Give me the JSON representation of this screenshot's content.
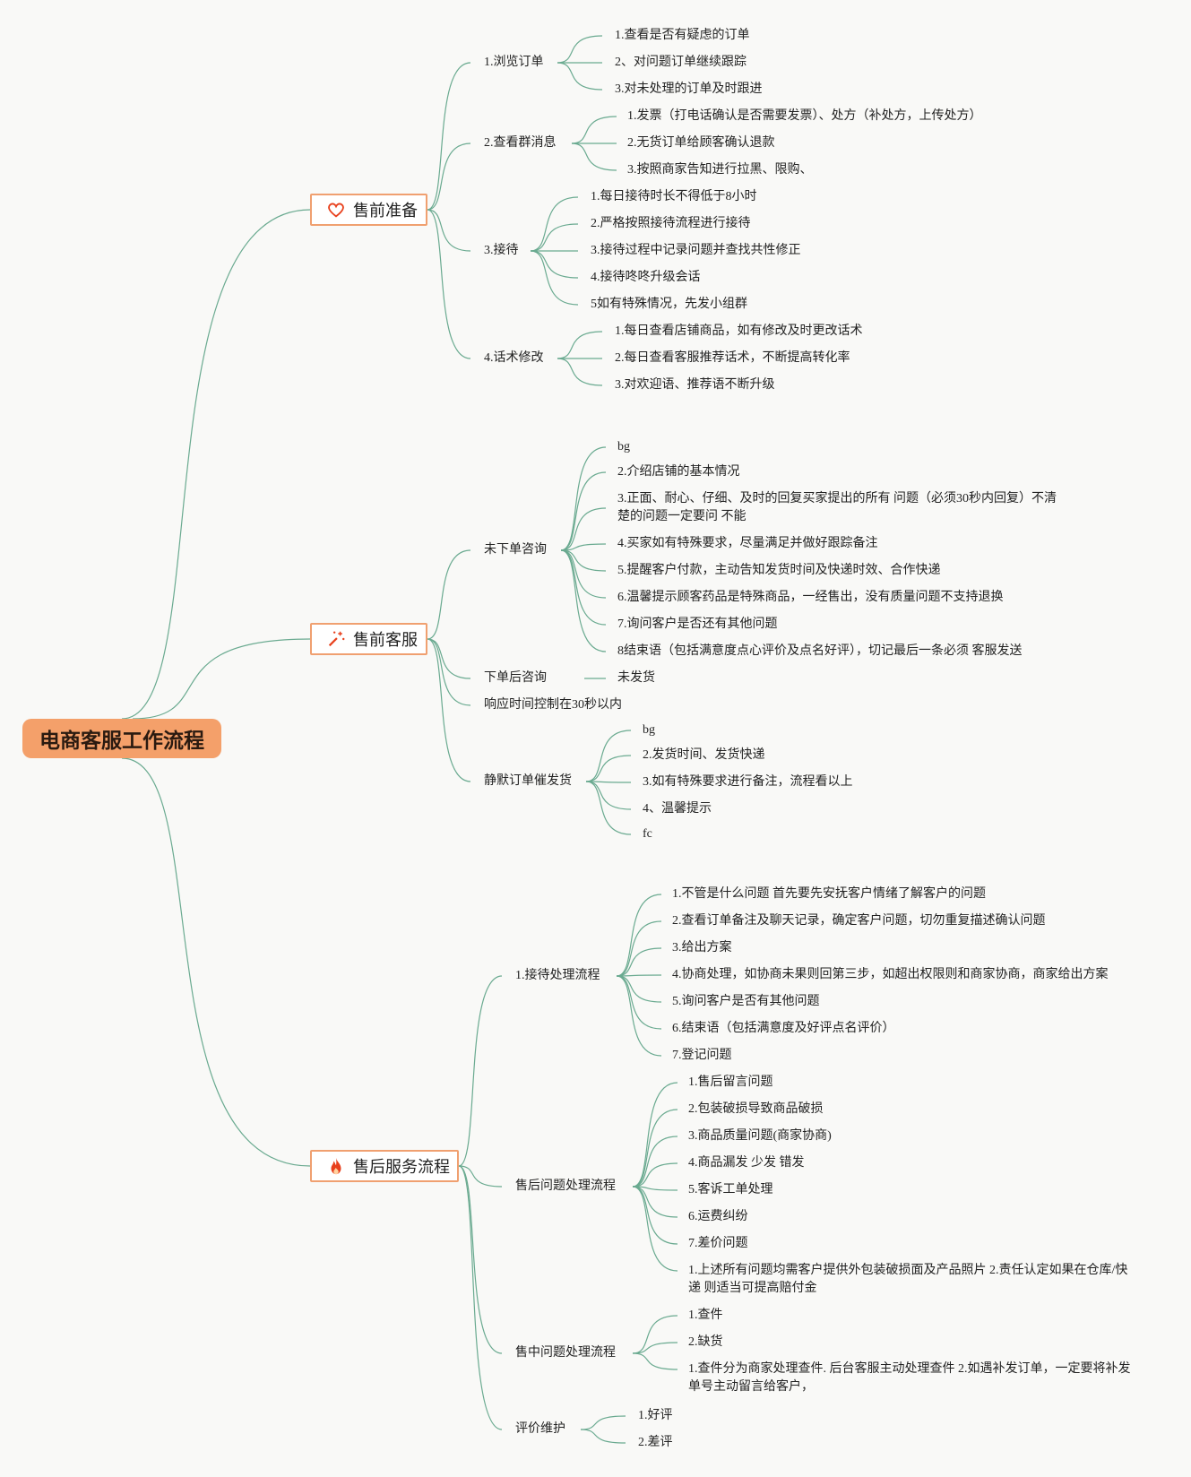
{
  "root": "电商客服工作流程",
  "branches": {
    "pre_prep": {
      "label": "售前准备",
      "icon": "heart-icon",
      "browse": {
        "label": "1.浏览订单",
        "items": [
          "1.查看是否有疑虑的订单",
          "2、对问题订单继续跟踪",
          "3.对未处理的订单及时跟进"
        ]
      },
      "group_msg": {
        "label": "2.查看群消息",
        "items": [
          "1.发票（打电话确认是否需要发票）、处方（补处方，上传处方）",
          "2.无货订单给顾客确认退款",
          "3.按照商家告知进行拉黑、限购、"
        ]
      },
      "reception": {
        "label": "3.接待",
        "items": [
          "1.每日接待时长不得低于8小时",
          "2.严格按照接待流程进行接待",
          "3.接待过程中记录问题并查找共性修正",
          "4.接待咚咚升级会话",
          "5如有特殊情况，先发小组群"
        ]
      },
      "scripts": {
        "label": "4.话术修改",
        "items": [
          "1.每日查看店铺商品，如有修改及时更改话术",
          "2.每日查看客服推荐话术，不断提高转化率",
          "3.对欢迎语、推荐语不断升级"
        ]
      }
    },
    "pre_service": {
      "label": "售前客服",
      "icon": "magic-wand-icon",
      "not_ordered": {
        "label": "未下单咨询",
        "items": [
          "bg",
          "2.介绍店铺的基本情况",
          "3.正面、耐心、仔细、及时的回复买家提出的所有 问题（必须30秒内回复）不清楚的问题一定要问 不能",
          "4.买家如有特殊要求，尽量满足并做好跟踪备注",
          "5.提醒客户付款，主动告知发货时间及快递时效、合作快递",
          "6.温馨提示顾客药品是特殊商品，一经售出，没有质量问题不支持退换",
          "7.询问客户是否还有其他问题",
          "8结束语（包括满意度点心评价及点名好评），切记最后一条必须 客服发送"
        ]
      },
      "ordered": {
        "label": "下单后咨询",
        "items": [
          "未发货"
        ]
      },
      "response": {
        "label": "响应时间控制在30秒以内"
      },
      "silent": {
        "label": "静默订单催发货",
        "items": [
          "bg",
          "2.发货时间、发货快递",
          "3.如有特殊要求进行备注，流程看以上",
          "4、温馨提示",
          "fc"
        ]
      }
    },
    "after_sales": {
      "label": "售后服务流程",
      "icon": "fire-icon",
      "handling": {
        "label": "1.接待处理流程",
        "items": [
          "1.不管是什么问题 首先要先安抚客户情绪了解客户的问题",
          "2.查看订单备注及聊天记录，确定客户问题，切勿重复描述确认问题",
          "3.给出方案",
          "4.协商处理，如协商未果则回第三步，如超出权限则和商家协商，商家给出方案",
          "5.询问客户是否有其他问题",
          "6.结束语（包括满意度及好评点名评价）",
          "7.登记问题"
        ]
      },
      "after_issue": {
        "label": "售后问题处理流程",
        "items": [
          "1.售后留言问题",
          "2.包装破损导致商品破损",
          "3.商品质量问题(商家协商)",
          "4.商品漏发 少发 错发",
          "5.客诉工单处理",
          "6.运费纠纷",
          "7.差价问题",
          "1.上述所有问题均需客户提供外包装破损面及产品照片 2.责任认定如果在仓库/快递 则适当可提高赔付金"
        ]
      },
      "mid_issue": {
        "label": "售中问题处理流程",
        "items": [
          "1.查件",
          "2.缺货",
          "1.查件分为商家处理查件. 后台客服主动处理查件 2.如遇补发订单，一定要将补发单号主动留言给客户，"
        ]
      },
      "review": {
        "label": "评价维护",
        "items": [
          "1.好评",
          "2.差评"
        ]
      }
    }
  },
  "colors": {
    "line": "#6aaa90",
    "accent": "#f4a06a",
    "border": "#f0a070",
    "icon": "#e8401c"
  }
}
